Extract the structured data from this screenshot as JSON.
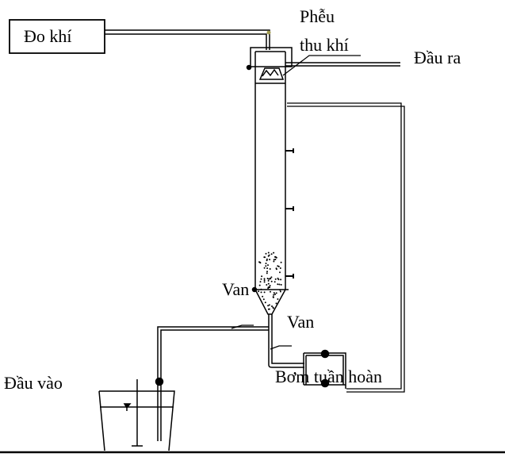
{
  "labels": {
    "gas_meter": "Đo khí",
    "gas_funnel_line1": "Phễu",
    "gas_funnel_line2": "thu khí",
    "outlet": "Đầu ra",
    "valve_left": "Van",
    "valve_right": "Van",
    "recirculation_pump": "Bơm tuần hoàn",
    "inlet": "Đầu vào"
  },
  "colors": {
    "line": "#000000",
    "joint": "#a09a50"
  }
}
